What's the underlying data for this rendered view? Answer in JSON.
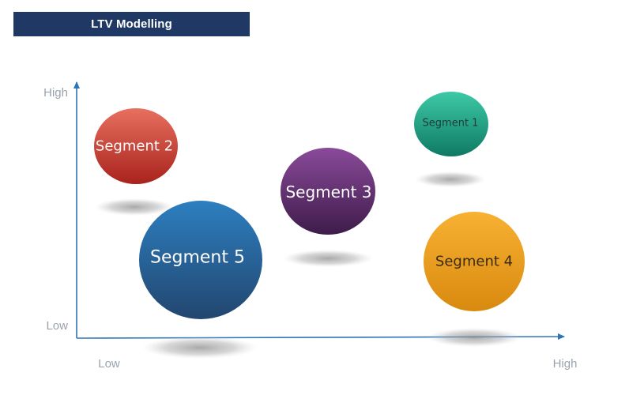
{
  "header": {
    "title": "LTV Modelling"
  },
  "axes": {
    "y_high": "High",
    "y_low": "Low",
    "x_low": "Low",
    "x_high": "High",
    "axis_color": "#2e75b6"
  },
  "segments": [
    {
      "label": "Segment 1",
      "color_top": "#3dc9a6",
      "color_bottom": "#0f7a64"
    },
    {
      "label": "Segment 2",
      "color_top": "#e8705f",
      "color_bottom": "#a8231d"
    },
    {
      "label": "Segment 3",
      "color_top": "#8a4a9a",
      "color_bottom": "#3e1c4a"
    },
    {
      "label": "Segment 4",
      "color_top": "#f7b133",
      "color_bottom": "#d98a0e"
    },
    {
      "label": "Segment 5",
      "color_top": "#2d7fc0",
      "color_bottom": "#22466f"
    }
  ]
}
